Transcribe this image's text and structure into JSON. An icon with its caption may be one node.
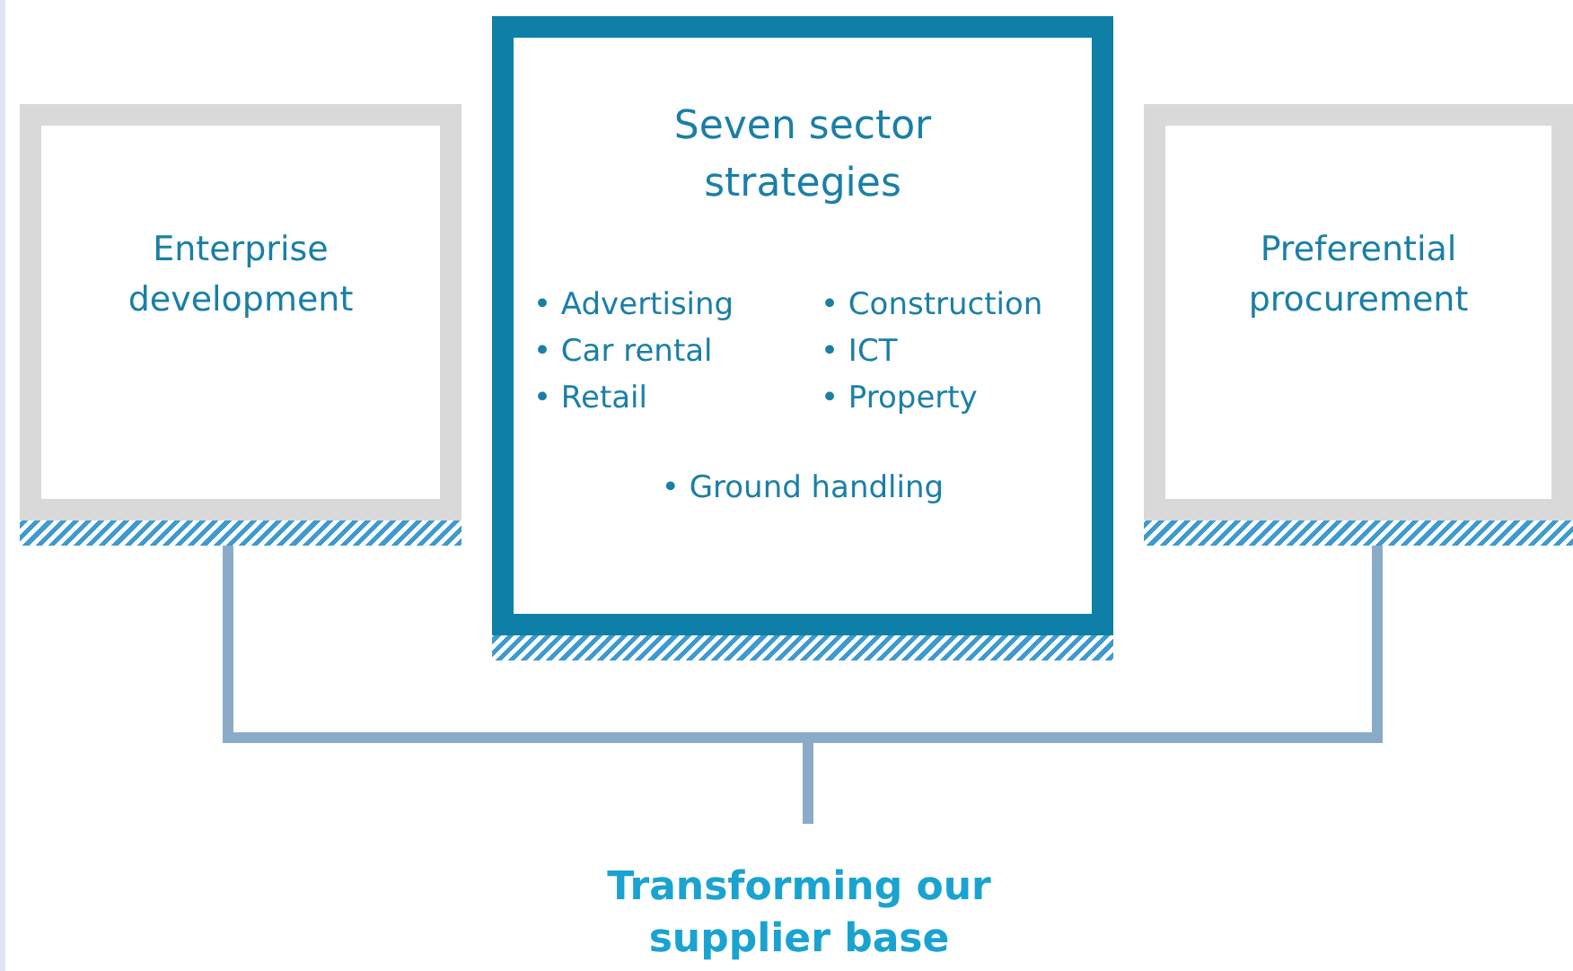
{
  "diagram": {
    "nodes": [
      {
        "text": [
          "Enterprise development"
        ]
      },
      {
        "text": [
          "Seven sector strategies",
          "• Advertising",
          "• Construction",
          "• Car rental",
          "• ICT",
          "• Retail",
          "• Property",
          "• Ground handling"
        ]
      },
      {
        "text": [
          "Preferential procurement"
        ]
      },
      {
        "text": [
          "Transforming our supplier base"
        ]
      }
    ],
    "edges": [
      {
        "from": 0,
        "to": 3,
        "arrow": "none"
      },
      {
        "from": 2,
        "to": 3,
        "arrow": "none"
      }
    ]
  }
}
